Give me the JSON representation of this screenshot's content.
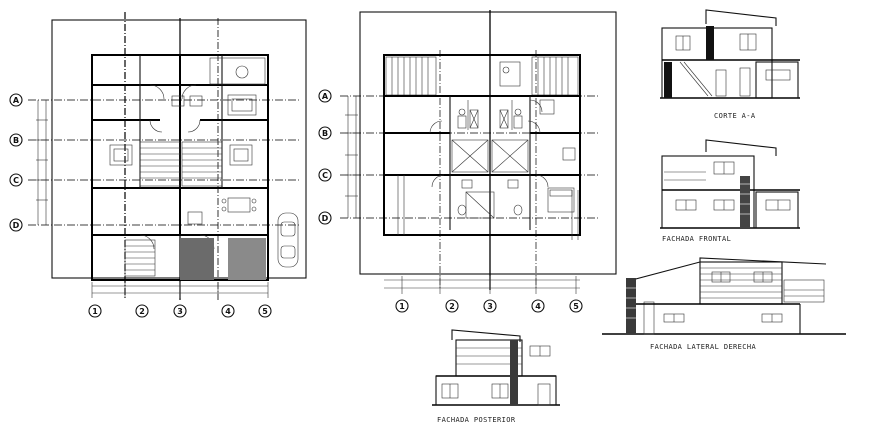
{
  "drawing": {
    "views": {
      "section_label": "CORTE A-A",
      "front_label": "FACHADA FRONTAL",
      "right_label": "FACHADA LATERAL DERECHA",
      "rear_label": "FACHADA POSTERIOR"
    },
    "row_axes": [
      "A",
      "B",
      "C",
      "D"
    ],
    "column_axes": [
      "1",
      "2",
      "3",
      "4",
      "5"
    ]
  }
}
